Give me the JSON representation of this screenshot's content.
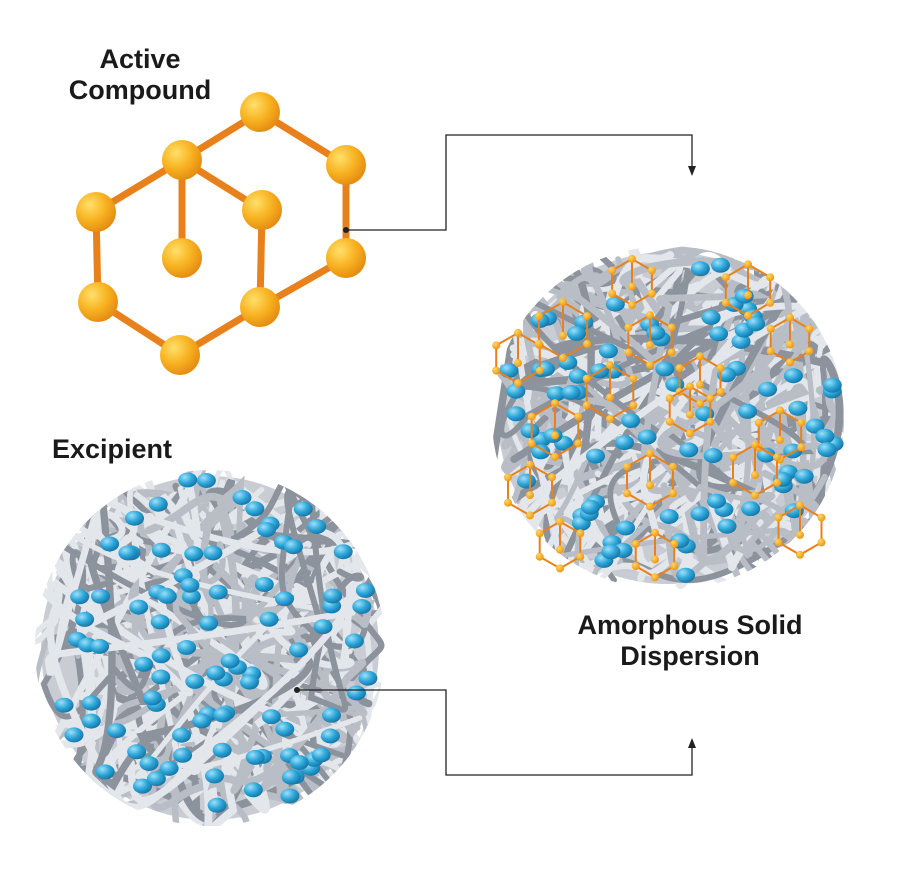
{
  "labels": {
    "active_compound": [
      "Active",
      "Compound"
    ],
    "excipient": "Excipient",
    "amorphous_solid_dispersion": [
      "Amorphous Solid",
      "Dispersion"
    ]
  },
  "colors": {
    "atom": "#f6a81f",
    "atom_highlight": "#ffd760",
    "bond": "#e8811c",
    "polymer_strand": "#b9bec6",
    "polymer_strand_dark": "#8c939c",
    "bead": "#2ea7d9",
    "bead_highlight": "#8fd8f6",
    "connector": "#222222"
  },
  "icons": {
    "molecule": "hexagonal-molecule-icon",
    "polymer": "polymer-coil-icon",
    "arrow": "arrowhead-icon"
  }
}
